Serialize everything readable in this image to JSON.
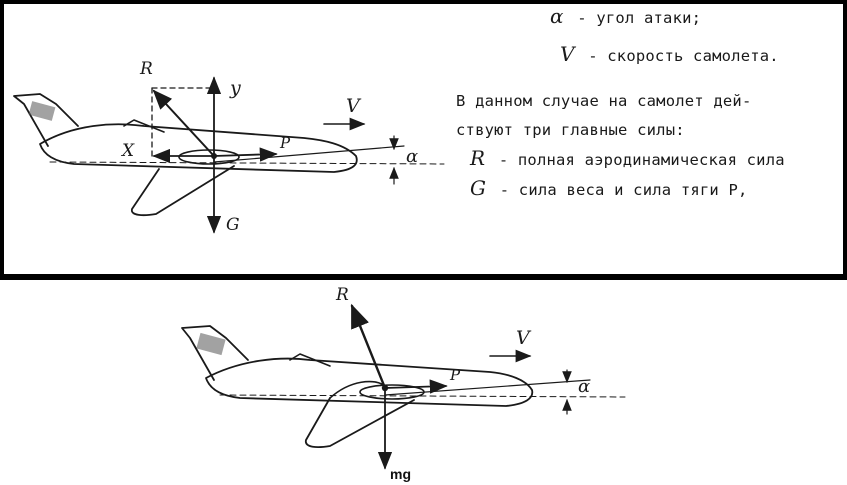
{
  "legend": {
    "alpha_symbol": "α",
    "alpha_text": "- угол атаки;",
    "v_symbol": "V",
    "v_text": "- скорость самолета."
  },
  "paragraph": {
    "line1": "В данном случае на самолет дей-",
    "line2": "ствуют три главные силы:",
    "item1_symbol": "R",
    "item1_text": "- полная аэродинамическая сила",
    "item2_symbol": "G",
    "item2_text": "- сила веса     и сила тяги P,"
  },
  "top_diagram": {
    "labels": {
      "R": "R",
      "Y": "y",
      "X": "X",
      "P": "P",
      "G": "G",
      "V": "V",
      "alpha": "α"
    }
  },
  "bottom_diagram": {
    "labels": {
      "R": "R",
      "P": "P",
      "V": "V",
      "alpha": "α",
      "mg": "mg"
    }
  }
}
